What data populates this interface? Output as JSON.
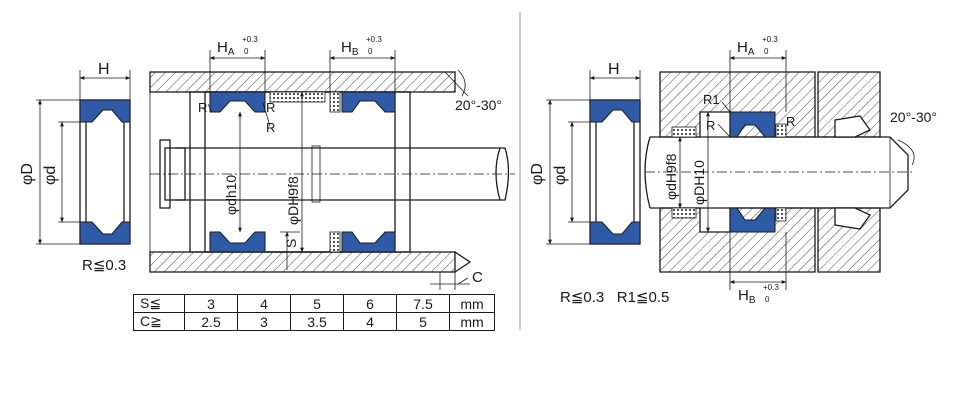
{
  "left": {
    "H": "H",
    "HA_base": "H",
    "HA_sub": "A",
    "HA_tol_up": "+0.3",
    "HA_tol_low": "0",
    "HB_base": "H",
    "HB_sub": "B",
    "HB_tol_up": "+0.3",
    "HB_tol_low": "0",
    "phiD": "φD",
    "phid": "φd",
    "dh10": "φdh10",
    "DH9f8": "φDH9f8",
    "angle": "20°-30°",
    "R": "R",
    "S": "S",
    "C": "C",
    "note": "R≦0.3"
  },
  "table": {
    "rows": [
      {
        "label": "S≦",
        "values": [
          "3",
          "4",
          "5",
          "6",
          "7.5"
        ],
        "unit": "mm"
      },
      {
        "label": "C≧",
        "values": [
          "2.5",
          "3",
          "3.5",
          "4",
          "5"
        ],
        "unit": "mm"
      }
    ]
  },
  "right": {
    "H": "H",
    "HA_base": "H",
    "HA_sub": "A",
    "HA_tol_up": "+0.3",
    "HA_tol_low": "0",
    "HB_base": "H",
    "HB_sub": "B",
    "HB_tol_up": "+0.3",
    "HB_tol_low": "0",
    "phiD": "φD",
    "phid": "φd",
    "dH9f8": "φdH9f8",
    "DH10": "φDH10",
    "angle": "20°-30°",
    "R1a": "R1",
    "Ra": "R",
    "Rb": "R",
    "note": "R≦0.3   R1≦0.5"
  },
  "colors": {
    "seal": "#2e5aa8",
    "line": "#1a1a1a",
    "divider": "#9a9a9a"
  }
}
